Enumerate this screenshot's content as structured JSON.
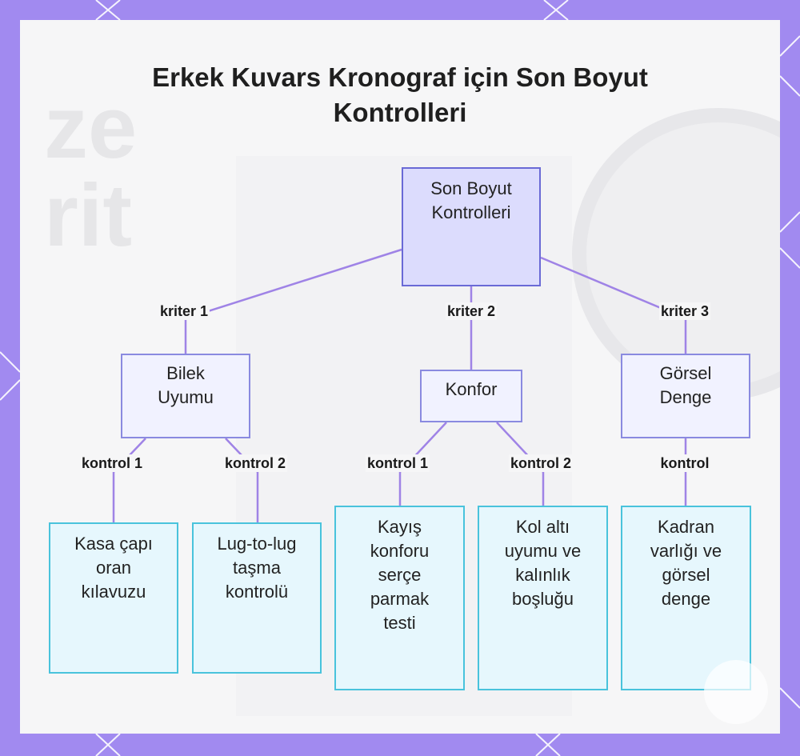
{
  "title": "Erkek Kuvars Kronograf için Son Boyut Kontrolleri",
  "colors": {
    "frame": "#a18af0",
    "root_fill": "#dcdcfd",
    "root_border": "#6a6ad6",
    "criterion_fill": "#f1f2ff",
    "criterion_border": "#8a8ae0",
    "leaf_fill": "#e6f7fd",
    "leaf_border": "#49c3dc",
    "connector": "#9f83e6"
  },
  "root": {
    "label": "Son Boyut Kontrolleri"
  },
  "criteria": [
    {
      "label": "Bilek Uyumu",
      "edge_label": "kriter 1"
    },
    {
      "label": "Konfor",
      "edge_label": "kriter 2"
    },
    {
      "label": "Görsel Denge",
      "edge_label": "kriter 3"
    }
  ],
  "checks": [
    {
      "label": "Kasa çapı oran kılavuzu",
      "edge_label": "kontrol 1",
      "parent": "Bilek Uyumu"
    },
    {
      "label": "Lug-to-lug taşma kontrolü",
      "edge_label": "kontrol 2",
      "parent": "Bilek Uyumu"
    },
    {
      "label": "Kayış konforu serçe parmak testi",
      "edge_label": "kontrol 1",
      "parent": "Konfor"
    },
    {
      "label": "Kol altı uyumu ve kalınlık boşluğu",
      "edge_label": "kontrol 2",
      "parent": "Konfor"
    },
    {
      "label": "Kadran varlığı ve görsel denge",
      "edge_label": "kontrol",
      "parent": "Görsel Denge"
    }
  ]
}
